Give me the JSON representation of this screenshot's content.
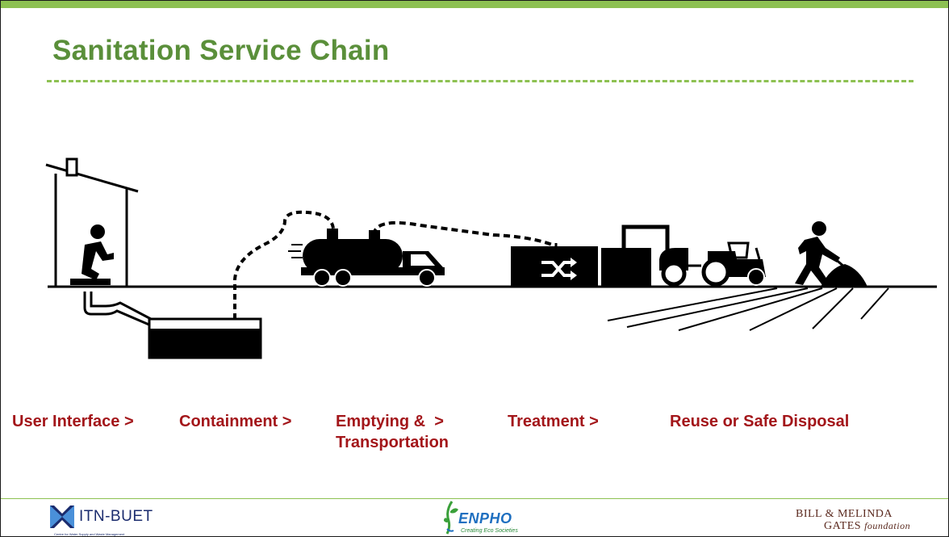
{
  "slide": {
    "title": "Sanitation Service Chain"
  },
  "stages": [
    {
      "label": "User Interface >"
    },
    {
      "label": "Containment >"
    },
    {
      "label": "Emptying &  >",
      "label_line2": "Transportation"
    },
    {
      "label": "Treatment >"
    },
    {
      "label": "Reuse or Safe Disposal"
    }
  ],
  "footer": {
    "itn_logo": "ITN-BUET",
    "itn_subtitle": "Centre for Water Supply and Waste Management",
    "enpho_logo": "ENPHO",
    "enpho_subtitle": "Creating Eco Societies",
    "gates_line1": "BILL & MELINDA",
    "gates_line2": "GATES",
    "gates_line2_suffix": "foundation"
  },
  "colors": {
    "accent_green": "#8dc152",
    "title_green": "#5a8f3a",
    "stage_red": "#a3161a",
    "illustration": "#000000"
  },
  "icons": [
    "latrine-icon",
    "pit-icon",
    "vacuum-truck-icon",
    "treatment-plant-icon",
    "tractor-icon",
    "farmer-icon"
  ]
}
